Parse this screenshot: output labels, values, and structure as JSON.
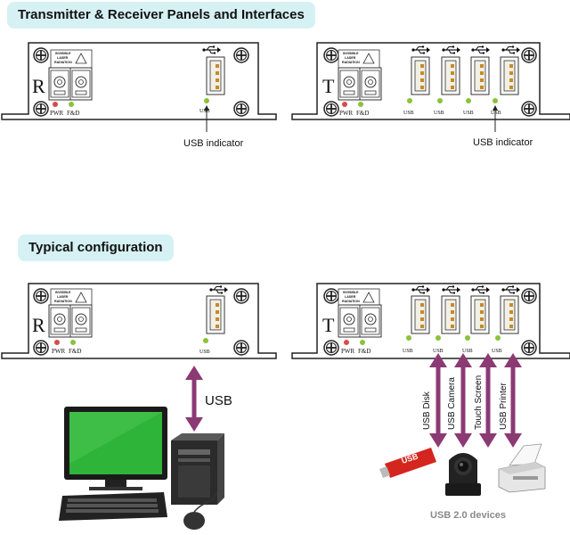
{
  "sections": {
    "panels_title": "Transmitter & Receiver Panels and Interfaces",
    "config_title": "Typical configuration"
  },
  "panel": {
    "receiver_letter": "R",
    "transmitter_letter": "T",
    "laser_warning": [
      "INVISIBLE",
      "LASER",
      "RADIATION"
    ],
    "pwr_label": "PWR",
    "fd_label": "F&D",
    "usb_port_label": "USB",
    "usb_indicator_label": "USB indicator"
  },
  "config": {
    "link_label": "USB",
    "devices": [
      "USB Disk",
      "USB Camera",
      "Touch Screen",
      "USB Printer"
    ],
    "devices_caption": "USB 2.0 devices",
    "flash_drive_text": "USB"
  },
  "colors": {
    "banner_bg": "#d6f1f4",
    "arrow": "#8b3a74",
    "led_red": "#d94a4a",
    "led_green": "#8ac23a",
    "monitor_screen": "#2fb43a"
  }
}
